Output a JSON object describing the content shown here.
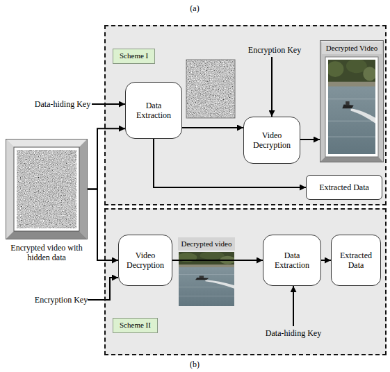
{
  "diagram": {
    "nodes": [
      {
        "text": [
          "Encrypted video with hidden data"
        ]
      },
      {
        "text": [
          "Scheme I"
        ]
      },
      {
        "text": [
          "Data Extraction"
        ],
        "in": 1
      },
      {
        "text": [
          "Video Decryption"
        ],
        "in": 1
      },
      {
        "text": [
          "Decrypted Video"
        ],
        "in": 1
      },
      {
        "text": [
          "Extracted Data"
        ],
        "in": 1
      },
      {
        "text": [
          "Scheme II"
        ]
      },
      {
        "text": [
          "Video Decryption"
        ],
        "in": 6
      },
      {
        "text": [
          "Decrypted video"
        ],
        "in": 6
      },
      {
        "text": [
          "Data Extraction"
        ],
        "in": 6
      },
      {
        "text": [
          "Extracted Data"
        ],
        "in": 6
      }
    ],
    "edges": [
      {
        "from": 0,
        "to": 2,
        "arrow": "to"
      },
      {
        "from": 0,
        "to": 7,
        "arrow": "to"
      },
      {
        "from": 2,
        "to": 3,
        "arrow": "to"
      },
      {
        "from": 3,
        "to": 4,
        "arrow": "to"
      },
      {
        "from": 2,
        "to": 5,
        "arrow": "to"
      },
      {
        "from": 7,
        "to": 9,
        "arrow": "to"
      },
      {
        "from": 9,
        "to": 10,
        "arrow": "to"
      }
    ],
    "labels": [
      "(a)",
      "Encryption Key",
      "Data-hiding Key",
      "Encryption Key",
      "Data-hiding Key",
      "(b)"
    ]
  }
}
